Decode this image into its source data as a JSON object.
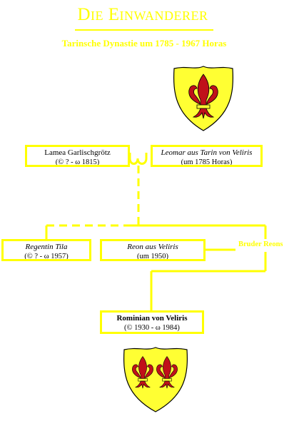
{
  "header": {
    "title": "Die Einwanderer",
    "subtitle": "Tarinsche Dynastie um 1785 - 1967 Horas"
  },
  "persons": {
    "lamea": {
      "name": "Lamea Garlischgrötz",
      "dates": "(© ? - ω 1815)"
    },
    "leomar": {
      "name": "Leomar aus Tarin von Veliris",
      "dates": "(um 1785 Horas)"
    },
    "tila": {
      "name": "Regentin Tila",
      "dates": "(© ? - ω 1957)"
    },
    "reon": {
      "name": "Reon aus Veliris",
      "dates": "(um 1950)"
    },
    "bruder": {
      "name": "Bruder Reons"
    },
    "rominian": {
      "name": "Rominian von Veliris",
      "dates": "(© 1930 - ω 1984)"
    }
  },
  "colors": {
    "gold": "#ffff00",
    "shield": "#ffff33",
    "lily": "#c0101a",
    "text": "#000000"
  },
  "icons": {
    "top_crest": "coat-of-arms-single-lily",
    "bottom_crest": "coat-of-arms-double-lily"
  }
}
